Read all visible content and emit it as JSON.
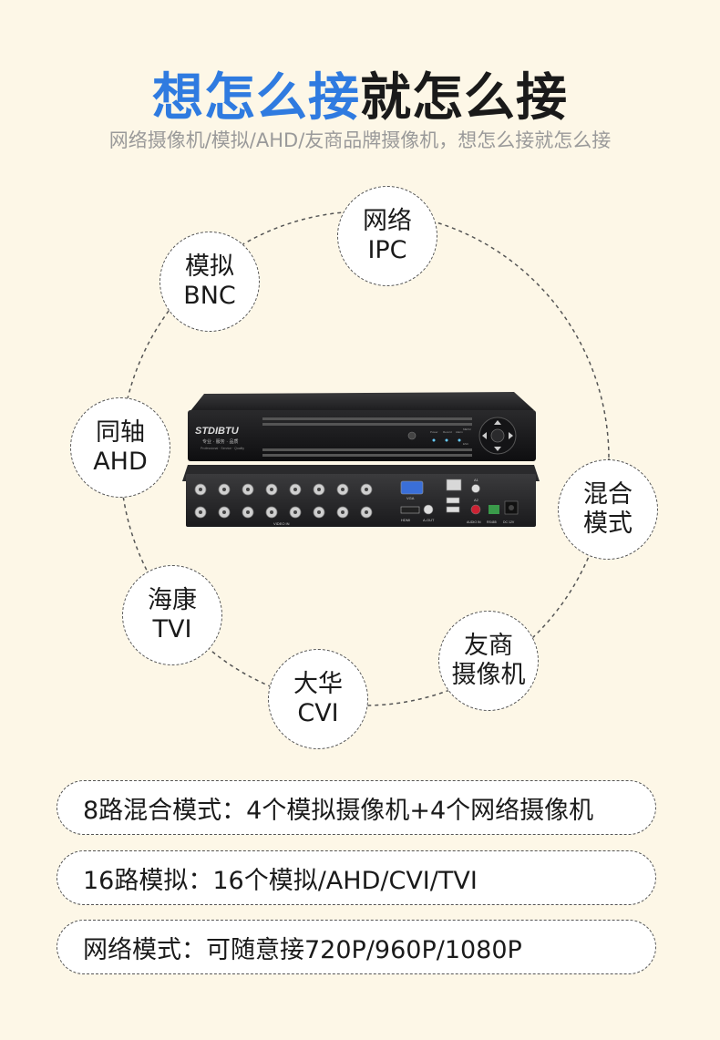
{
  "header": {
    "title_blue": "想怎么接",
    "title_dark": "就怎么接",
    "subtitle": "网络摄像机/模拟/AHD/友商品牌摄像机，想怎么接就怎么接"
  },
  "bubbles": [
    {
      "line1": "网络",
      "line2": "IPC"
    },
    {
      "line1": "模拟",
      "line2": "BNC"
    },
    {
      "line1": "同轴",
      "line2": "AHD"
    },
    {
      "line1": "混合",
      "line2": "模式"
    },
    {
      "line1": "海康",
      "line2": "TVI"
    },
    {
      "line1": "友商",
      "line2": "摄像机"
    },
    {
      "line1": "大华",
      "line2": "CVI"
    }
  ],
  "device": {
    "brand": "STDIBTU",
    "slogan": "专业 · 服务 · 品质",
    "slogan_en": "Professional · Service · Quality",
    "front_labels": [
      "Power",
      "Record",
      "Alarm"
    ],
    "menu_label": "MENU",
    "esc_label": "ESC",
    "video_in_label": "VIDEO IN",
    "vga_label": "VGA",
    "hdmi_label": "HDMI",
    "aout_label": "A-OUT",
    "audio_label": "AUDIO IN",
    "rs485_label": "RS485",
    "dc_label": "DC 12V",
    "a1_label": "A1",
    "a2_label": "A2"
  },
  "features": [
    "8路混合模式：4个模拟摄像机+4个网络摄像机",
    "16路模拟：16个模拟/AHD/CVI/TVI",
    "网络模式：可随意接720P/960P/1080P"
  ]
}
